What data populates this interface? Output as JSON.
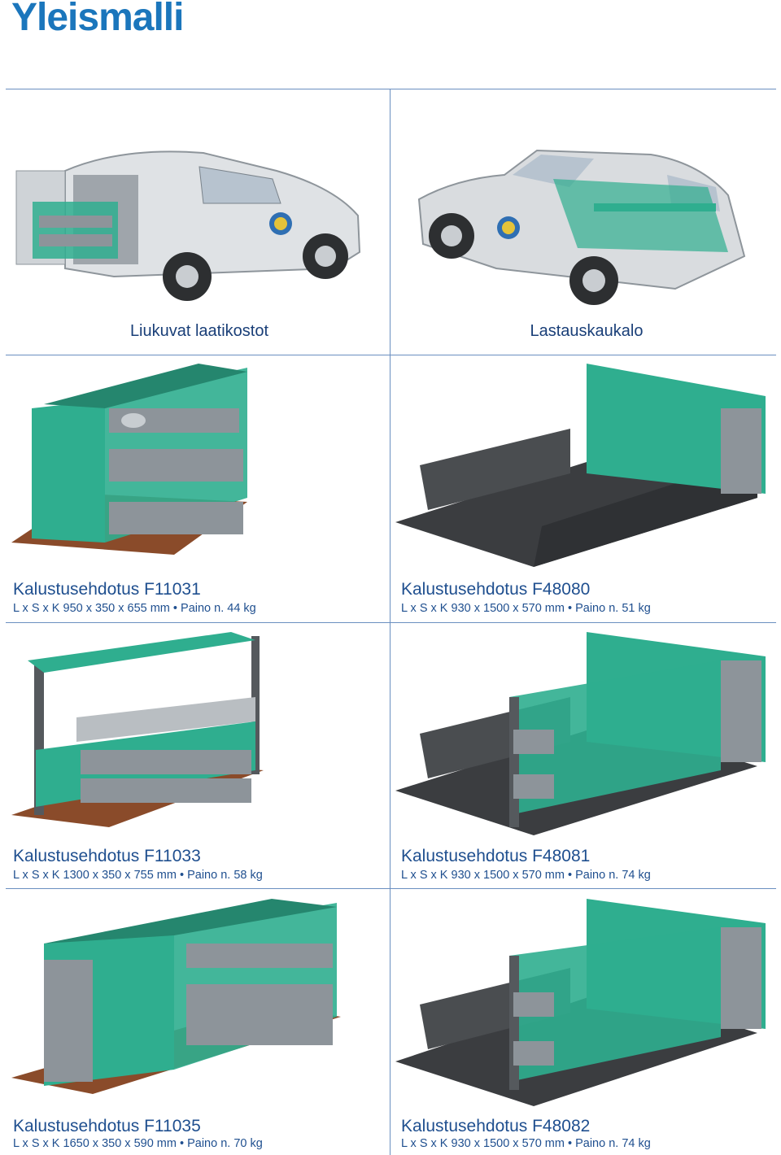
{
  "page_title": "Yleismalli",
  "categories": [
    {
      "caption": "Liukuvat laatikostot"
    },
    {
      "caption": "Lastauskaukalo"
    }
  ],
  "products": [
    {
      "name": "Kalustusehdotus F11031",
      "spec": "L x S x K 950 x 350 x 655 mm • Paino n. 44 kg"
    },
    {
      "name": "Kalustusehdotus F48080",
      "spec": "L x S x K 930 x 1500 x 570 mm • Paino n. 51 kg"
    },
    {
      "name": "Kalustusehdotus F11033",
      "spec": "L x S x K 1300 x 350 x 755 mm • Paino n. 58 kg"
    },
    {
      "name": "Kalustusehdotus F48081",
      "spec": "L x S x K 930 x 1500 x 570 mm • Paino n. 74 kg"
    },
    {
      "name": "Kalustusehdotus F11035",
      "spec": "L x S x K 1650 x 350 x 590 mm • Paino n. 70 kg"
    },
    {
      "name": "Kalustusehdotus F48082",
      "spec": "L x S x K 930 x 1500 x 570 mm • Paino n. 74 kg"
    }
  ],
  "colors": {
    "accent_blue": "#1b76bc",
    "text_blue": "#1f4f8f",
    "rule": "#6a8fc0",
    "cabinet_green": "#2fae8f",
    "drawer_grey": "#8d949a",
    "floor_dark": "#3b3d40",
    "base_brown": "#8a4b2a"
  }
}
